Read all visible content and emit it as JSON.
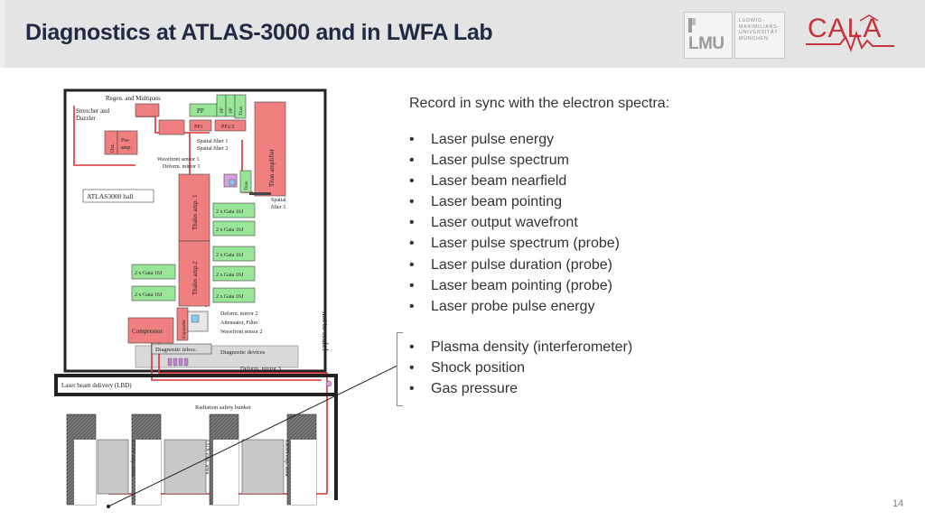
{
  "header": {
    "title": "Diagnostics at ATLAS-3000 and in LWFA Lab",
    "lmu_logo_text": "LMU",
    "lmu_full_name": "LUDWIG-\nMAXIMILIANS-\nUNIVERSITÄT\nMÜNCHEN",
    "cala_logo_text": "CALA"
  },
  "content": {
    "heading": "Record in sync with the electron spectra:",
    "laser_items": [
      "Laser pulse energy",
      "Laser pulse spectrum",
      "Laser beam nearfield",
      "Laser beam pointing",
      "Laser output wavefront",
      "Laser pulse spectrum (probe)",
      "Laser pulse duration (probe)",
      "Laser beam pointing (probe)",
      "Laser probe pulse energy"
    ],
    "plasma_items": [
      "Plasma density (interferometer)",
      "Shock position",
      "Gas pressure"
    ]
  },
  "diagram": {
    "labels": {
      "regen": "Regen. and Multipass",
      "stretcher": "Stretcher and",
      "dazzler": "Dazzler",
      "osc": "Osc.",
      "pre": "Pre-",
      "amp": "amp.",
      "pp": "PP",
      "pp1": "PP1",
      "pp23": "PP2/3",
      "titan": "Titan",
      "titan_amp": "Titan amplifier",
      "spatial1": "Spatial filter 1",
      "spatial2": "Spatial filter 2",
      "wavefront1": "Wavefront sensor 1",
      "deform1": "Deform. mirror 1",
      "hall": "ATLAS3000 hall",
      "thales1": "Thales amp. 1",
      "thales2": "Thales amp.2",
      "gaia": "2 x Gaia 16J",
      "spatial3a": "Spatial",
      "spatial3b": "filter 3",
      "expander": "Expander",
      "compressor": "Compressor",
      "deform2": "Deform. mirror 2",
      "attenuator": "Attenuator, Filter",
      "wavefront2": "Wavefront sensor 2",
      "diag_telesc": "Diagnostic telesc.",
      "diag_devices": "Diagnostic devices",
      "deform3": "Deform. mirror 3",
      "lbd": "Laser beam delivery (LBD)",
      "bunker": "Radiation safety bunker",
      "ettf": "ETTF exp. area",
      "lux": "LUX exp. area",
      "lion": "LION exp. area",
      "not_to_scale": "not to scale!"
    }
  },
  "footer": {
    "page_number": "14"
  },
  "colors": {
    "header_bg": "#e4e4e4",
    "title": "#1f2a44",
    "pink_box": "#f08080",
    "green_box": "#99e699",
    "beam": "#e03030",
    "wall": "#2a2a2a",
    "cala_red": "#c8323c"
  }
}
